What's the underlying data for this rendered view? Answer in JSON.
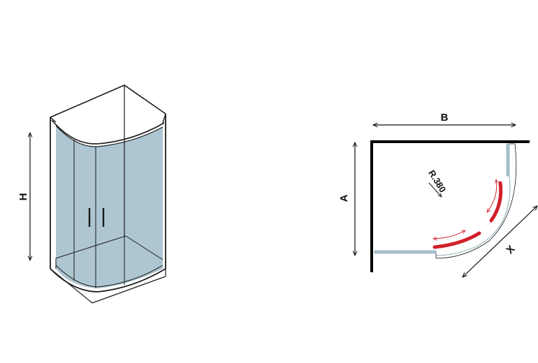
{
  "dimensions": {
    "height_label": "H",
    "width_label": "B",
    "depth_label": "A",
    "diagonal_label": "X",
    "radius_label": "R.380"
  },
  "colors": {
    "glass": "#a9c3cf",
    "glass_edge": "#9fb8c4",
    "frame": "#1a1a1a",
    "sliding_door": "#d0202a",
    "wall": "#000000"
  }
}
